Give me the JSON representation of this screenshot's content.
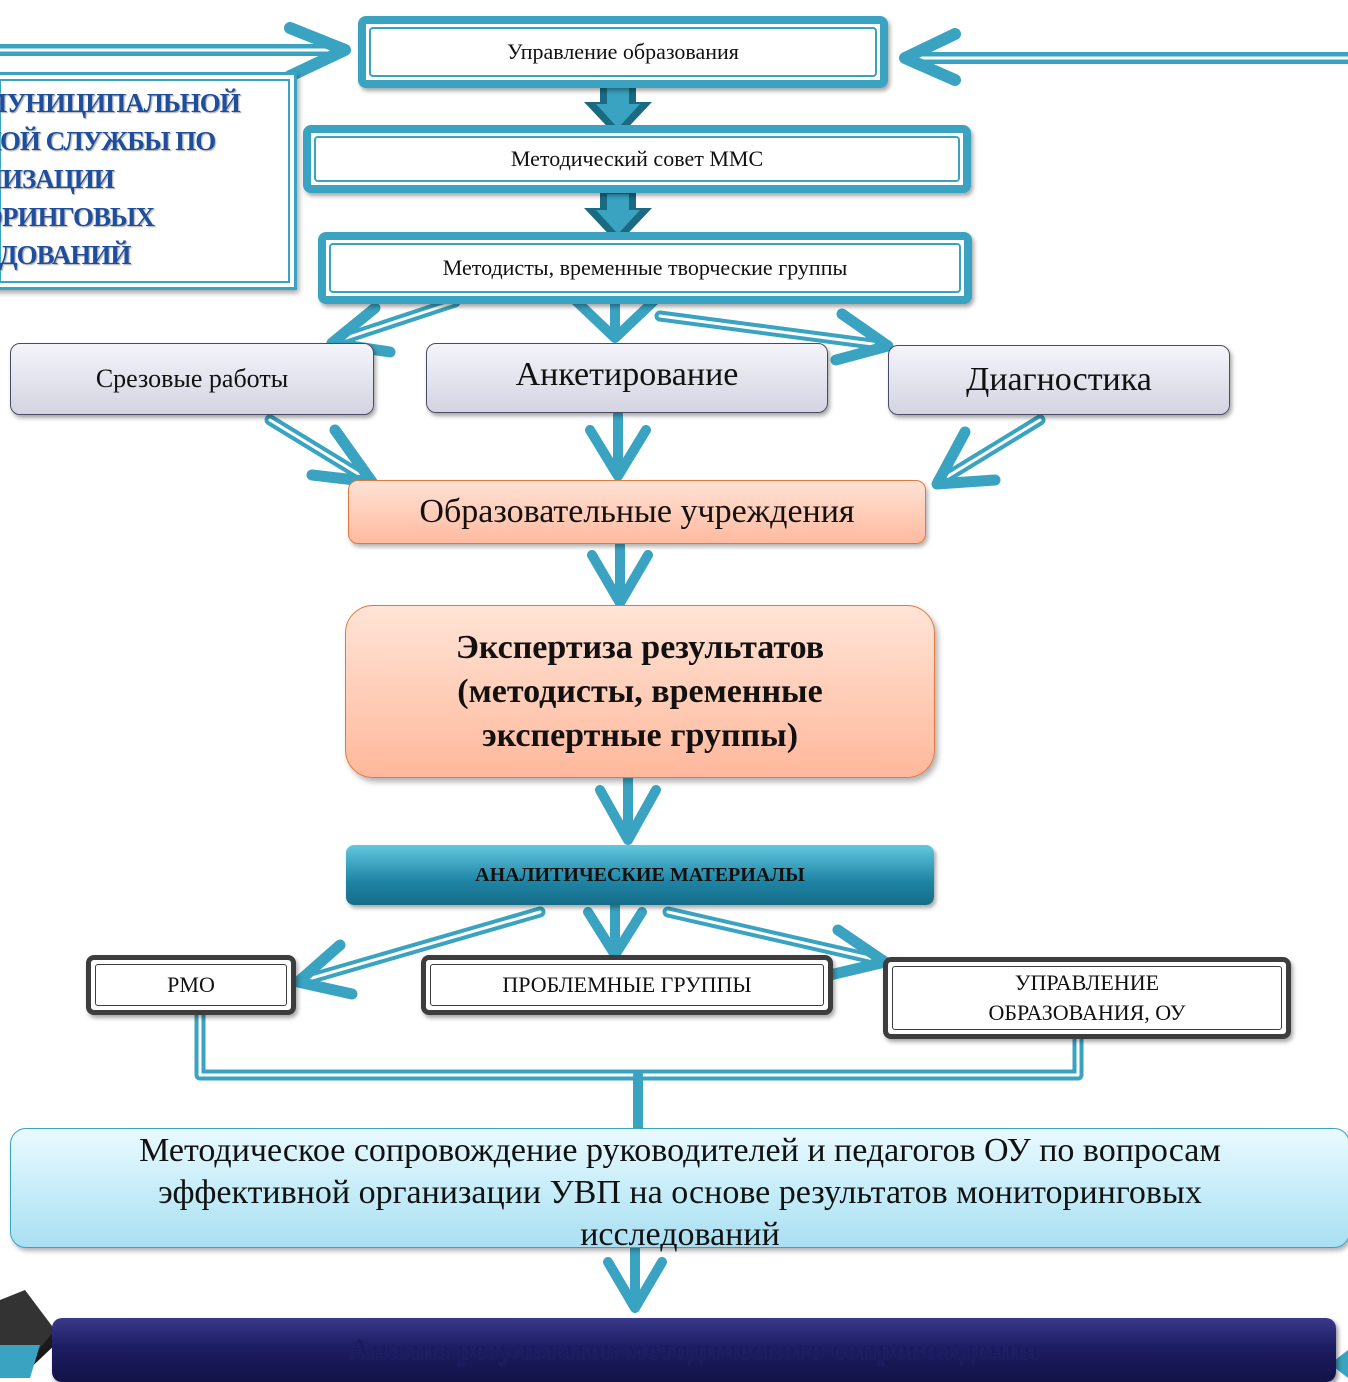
{
  "title": {
    "lines": [
      "МУНИЦИПАЛЬНОЙ",
      "КОЙ СЛУЖБЫ ПО",
      "НИЗАЦИИ",
      "ОРИНГОВЫХ",
      "ЕДОВАНИЙ"
    ]
  },
  "nodes": {
    "upravlenie": "Управление образования",
    "metod_sovet": "Методический совет ММС",
    "metodisty": "Методисты, временные творческие группы",
    "srezovye": "Срезовые работы",
    "anketirovanie": "Анкетирование",
    "diagnostika": "Диагностика",
    "ou": "Образовательные учреждения",
    "ekspertiza": "Экспертиза результатов (методисты, временные экспертные группы)",
    "analiticheskie": "АНАЛИТИЧЕСКИЕ МАТЕРИАЛЫ",
    "rmo": "РМО",
    "problemnye": "ПРОБЛЕМНЫЕ ГРУППЫ",
    "upravlenie_ou": "УПРАВЛЕНИЕ ОБРАЗОВАНИЯ, ОУ",
    "soprovozhdenie": "Методическое сопровождение руководителей и педагогов ОУ по вопросам эффективной организации УВП на основе результатов мониторинговых исследований",
    "analiz": "Анализ результатов методического сопровождения"
  },
  "colors": {
    "teal": "#3aa3c2",
    "navy": "#1d1d63",
    "orange_fill": "#ffc9b4",
    "grey_fill": "#dcdce8",
    "title_text": "#1f4f9c"
  }
}
